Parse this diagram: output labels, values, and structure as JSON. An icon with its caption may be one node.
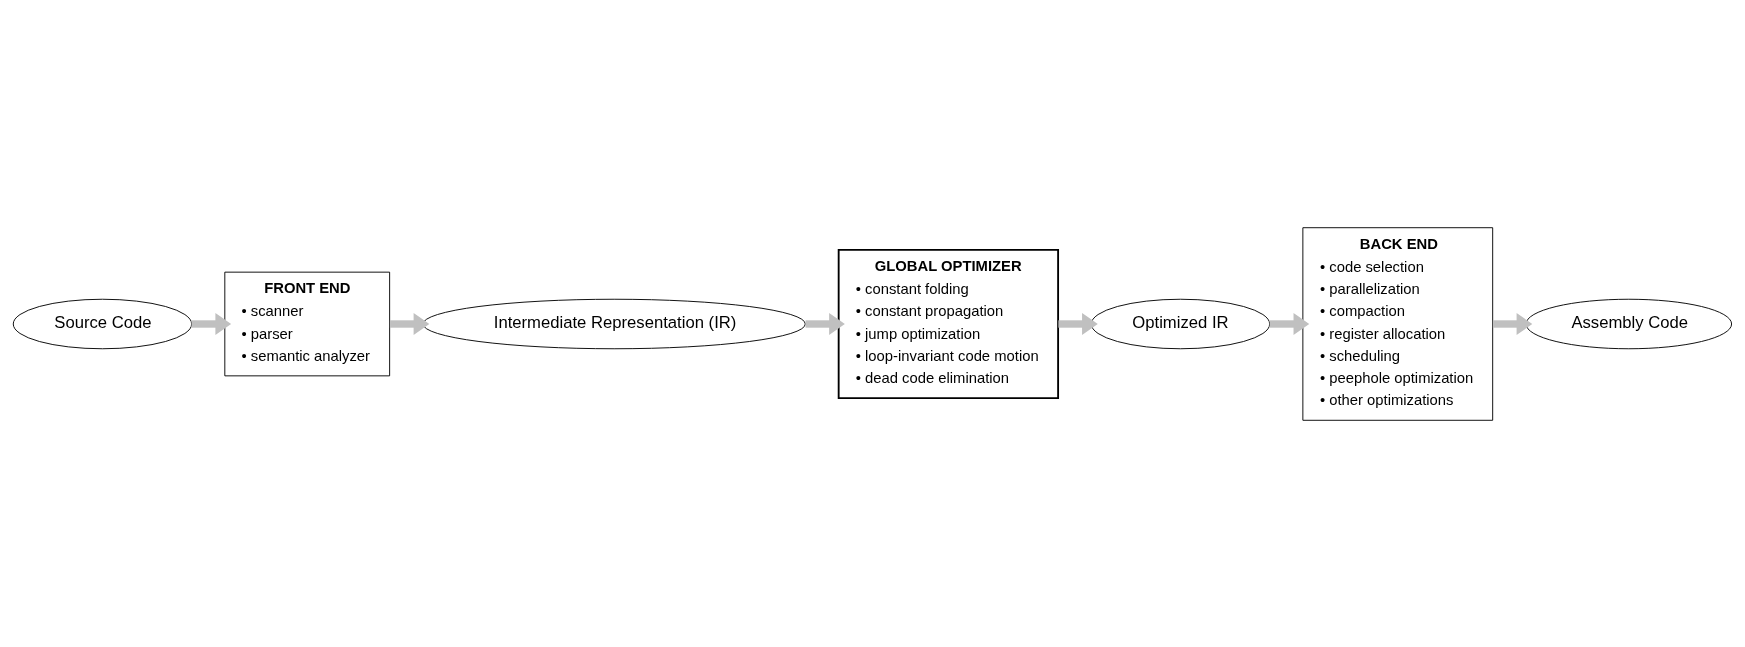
{
  "diagram": {
    "nodes": [
      {
        "text": [
          "Source Code"
        ]
      },
      {
        "text": [
          "FRONT END",
          "• scanner",
          "• parser",
          "• semantic analyzer"
        ]
      },
      {
        "text": [
          "Intermediate Representation (IR)"
        ]
      },
      {
        "text": [
          "GLOBAL OPTIMIZER",
          "• constant folding",
          "• constant propagation",
          "• jump optimization",
          "• loop-invariant code motion",
          "• dead code elimination"
        ]
      },
      {
        "text": [
          "Optimized IR"
        ]
      },
      {
        "text": [
          "BACK END",
          "• code selection",
          "• parallelization",
          "• compaction",
          "• register allocation",
          "• scheduling",
          "• peephole optimization",
          "• other optimizations"
        ]
      },
      {
        "text": [
          "Assembly Code"
        ]
      }
    ],
    "edges": [
      {
        "from": 0,
        "to": 1,
        "arrow": "to"
      },
      {
        "from": 1,
        "to": 2,
        "arrow": "to"
      },
      {
        "from": 2,
        "to": 3,
        "arrow": "to"
      },
      {
        "from": 3,
        "to": 4,
        "arrow": "to"
      },
      {
        "from": 4,
        "to": 5,
        "arrow": "to"
      },
      {
        "from": 5,
        "to": 6,
        "arrow": "to"
      }
    ]
  }
}
